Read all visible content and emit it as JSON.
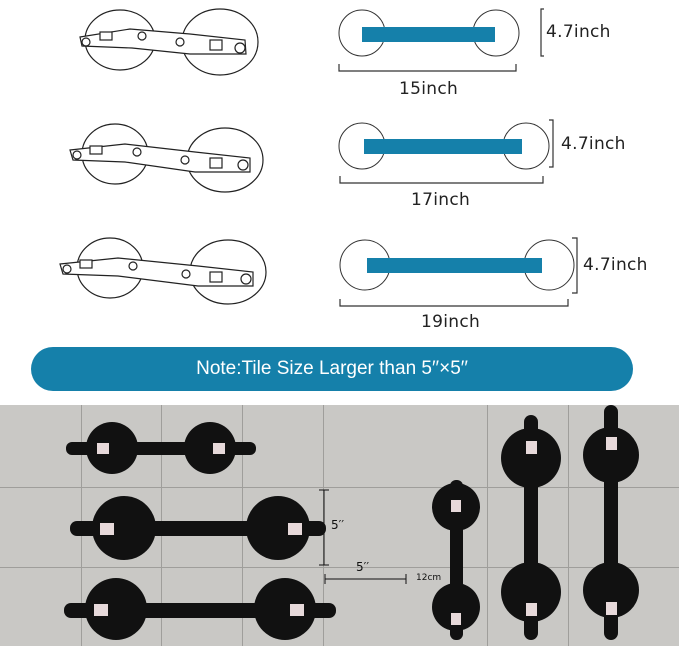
{
  "diagrams": [
    {
      "length_label": "15inch",
      "height_label": "4.7inch",
      "bar_color": "#1580aa"
    },
    {
      "length_label": "17inch",
      "height_label": "4.7inch",
      "bar_color": "#1580aa"
    },
    {
      "length_label": "19inch",
      "height_label": "4.7inch",
      "bar_color": "#1580aa"
    }
  ],
  "note": {
    "text": "Note:Tile Size Larger than 5′′×5′′",
    "bg_color": "#1580aa"
  },
  "photo": {
    "vertical_dimension_label": "5′′",
    "horizontal_dimension_label": "5′′",
    "spacing_label": "12cm"
  }
}
